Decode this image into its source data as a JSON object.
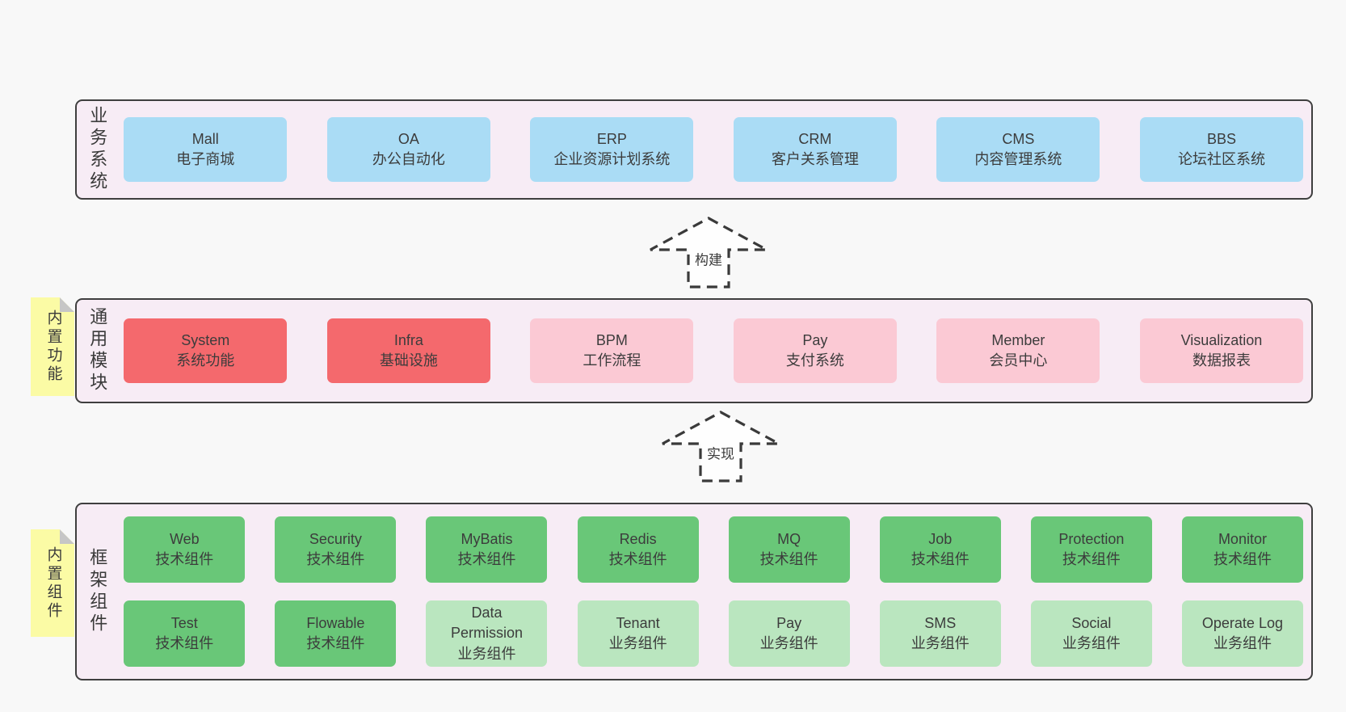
{
  "diagram": {
    "bands": [
      {
        "id": "business-systems",
        "label": "业务系统",
        "boxes": [
          {
            "title": "Mall",
            "subtitle": "电子商城",
            "variant": "blue"
          },
          {
            "title": "OA",
            "subtitle": "办公自动化",
            "variant": "blue"
          },
          {
            "title": "ERP",
            "subtitle": "企业资源计划系统",
            "variant": "blue"
          },
          {
            "title": "CRM",
            "subtitle": "客户关系管理",
            "variant": "blue"
          },
          {
            "title": "CMS",
            "subtitle": "内容管理系统",
            "variant": "blue"
          },
          {
            "title": "BBS",
            "subtitle": "论坛社区系统",
            "variant": "blue"
          }
        ]
      },
      {
        "id": "common-modules",
        "label": "通用模块",
        "note": "内置功能",
        "boxes": [
          {
            "title": "System",
            "subtitle": "系统功能",
            "variant": "red"
          },
          {
            "title": "Infra",
            "subtitle": "基础设施",
            "variant": "red"
          },
          {
            "title": "BPM",
            "subtitle": "工作流程",
            "variant": "pink"
          },
          {
            "title": "Pay",
            "subtitle": "支付系统",
            "variant": "pink"
          },
          {
            "title": "Member",
            "subtitle": "会员中心",
            "variant": "pink"
          },
          {
            "title": "Visualization",
            "subtitle": "数据报表",
            "variant": "pink"
          }
        ]
      },
      {
        "id": "framework-components",
        "label": "框架组件",
        "note": "内置组件",
        "boxes": [
          {
            "title": "Web",
            "subtitle": "技术组件",
            "variant": "green"
          },
          {
            "title": "Security",
            "subtitle": "技术组件",
            "variant": "green"
          },
          {
            "title": "MyBatis",
            "subtitle": "技术组件",
            "variant": "green"
          },
          {
            "title": "Redis",
            "subtitle": "技术组件",
            "variant": "green"
          },
          {
            "title": "MQ",
            "subtitle": "技术组件",
            "variant": "green"
          },
          {
            "title": "Job",
            "subtitle": "技术组件",
            "variant": "green"
          },
          {
            "title": "Protection",
            "subtitle": "技术组件",
            "variant": "green"
          },
          {
            "title": "Monitor",
            "subtitle": "技术组件",
            "variant": "green"
          },
          {
            "title": "Test",
            "subtitle": "技术组件",
            "variant": "green"
          },
          {
            "title": "Flowable",
            "subtitle": "技术组件",
            "variant": "green"
          },
          {
            "title": "Data Permission",
            "subtitle": "业务组件",
            "variant": "lightgreen"
          },
          {
            "title": "Tenant",
            "subtitle": "业务组件",
            "variant": "lightgreen"
          },
          {
            "title": "Pay",
            "subtitle": "业务组件",
            "variant": "lightgreen"
          },
          {
            "title": "SMS",
            "subtitle": "业务组件",
            "variant": "lightgreen"
          },
          {
            "title": "Social",
            "subtitle": "业务组件",
            "variant": "lightgreen"
          },
          {
            "title": "Operate Log",
            "subtitle": "业务组件",
            "variant": "lightgreen"
          }
        ]
      }
    ],
    "arrows": [
      {
        "label": "构建"
      },
      {
        "label": "实现"
      }
    ],
    "colors": {
      "page_bg": "#f8f8f8",
      "band_bg": "#f7ecf5",
      "band_border": "#3f3f3f",
      "blue": "#aadcf5",
      "red": "#f4696d",
      "pink": "#fbc9d4",
      "green": "#69c778",
      "light_green": "#bae6bf",
      "note_yellow": "#fbfba5",
      "note_fold_gray": "#c6c6c6",
      "text": "#3c3c3c"
    }
  }
}
